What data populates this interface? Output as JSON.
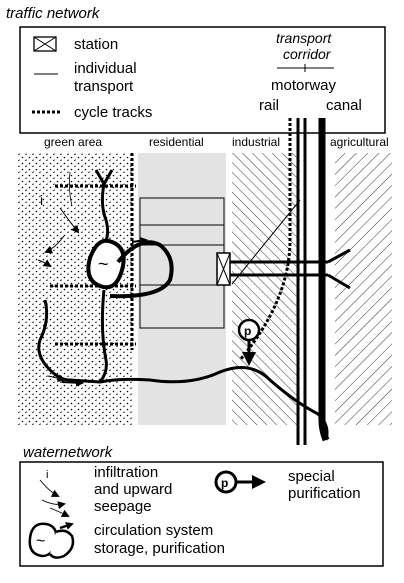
{
  "traffic_legend": {
    "heading": "traffic network",
    "station": "station",
    "individual_1": "individual",
    "individual_2": "transport",
    "cycle": "cycle tracks",
    "corridor_1": "transport",
    "corridor_2": "corridor",
    "motorway": "motorway",
    "rail": "rail",
    "canal": "canal"
  },
  "zones": {
    "green": "green area",
    "residential": "residential",
    "industrial": "industrial",
    "agricultural": "agricultural"
  },
  "map": {
    "infiltration_mark": "i",
    "purification_mark": "p",
    "circulation_mark": "~"
  },
  "water_legend": {
    "heading": "waternetwork",
    "infiltration_1": "infiltration",
    "infiltration_2": "and upward",
    "infiltration_3": "seepage",
    "special_1": "special",
    "special_2": "purification",
    "circulation_1": "circulation system",
    "circulation_2": "storage, purification",
    "i_mark": "i",
    "p_mark": "p",
    "tilde_mark": "~"
  },
  "colors": {
    "residential_fill": "#e3e3e3",
    "ink": "#000000"
  }
}
